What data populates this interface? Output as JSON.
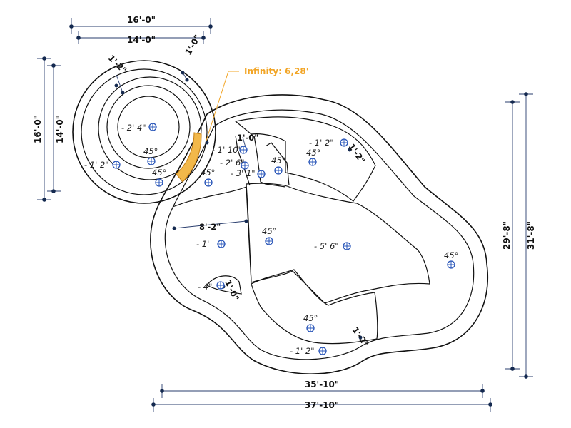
{
  "dimensions": {
    "spa_outer_width": "16'-0\"",
    "spa_inner_width": "14'-0\"",
    "spa_outer_height": "16'-0\"",
    "spa_inner_height": "14'-0\"",
    "pool_inner_height": "29'-8\"",
    "pool_outer_height": "31'-8\"",
    "pool_inner_width": "35'-10\"",
    "pool_outer_width": "37'-10\"",
    "spa_step_1": "1'-2\"",
    "spa_step_2": "1'-0\"",
    "bench_width": "1'-0\"",
    "bench_width_2": "1'-0\"",
    "shelf_width": "1'-2\"",
    "lower_step": "1'-2\"",
    "length_8_2": "8'-2\""
  },
  "infinity_label": "Infinity: 6,28'",
  "depths": {
    "spa_center": "- 2' 4\"",
    "spa_bench": "- 1' 2\"",
    "step_1": "- 1' 10\"",
    "step_2": "- 2' 6\"",
    "step_3": "- 3' 1\"",
    "top_shelf": "- 1' 2\"",
    "left_shallow": "- 1'",
    "deep": "- 5' 6\"",
    "small_step": "- 4\"",
    "bottom_shelf": "- 1' 2\""
  },
  "slopes": {
    "s1": "45°",
    "s2": "45°",
    "s3": "45°",
    "s4": "45°",
    "s5": "45°",
    "s6": "45°",
    "s7": "45°",
    "s8": "45°"
  },
  "colors": {
    "infinity_edge": "#f2a526",
    "dimension_line": "#2a3e6e",
    "drain_marker": "#2754b8",
    "outline": "#111111"
  },
  "icons": {
    "drain": "drain-marker-icon",
    "dimension_end": "dimension-endpoint-icon"
  }
}
